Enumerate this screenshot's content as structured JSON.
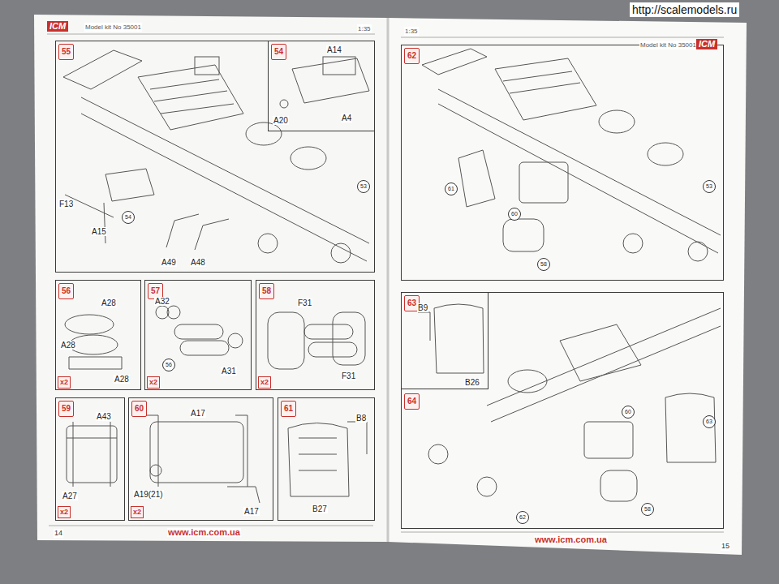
{
  "diagram": {
    "nodes": [
      {
        "text": [
          "55"
        ]
      },
      {
        "text": [
          "54"
        ],
        "in": 0
      },
      {
        "text": [
          "56"
        ]
      },
      {
        "text": [
          "57"
        ]
      },
      {
        "text": [
          "58"
        ]
      },
      {
        "text": [
          "59"
        ]
      },
      {
        "text": [
          "60"
        ]
      },
      {
        "text": [
          "61"
        ]
      },
      {
        "text": [
          "62"
        ]
      },
      {
        "text": [
          "64"
        ]
      },
      {
        "text": [
          "63"
        ],
        "in": 9
      }
    ],
    "labels": [
      "http://scalemodels.ru",
      "ICM",
      "Model kit No 35001",
      "1:35",
      "1:35",
      "Model kit No 35001",
      "ICM",
      "www.icm.com.ua",
      "14",
      "www.icm.com.ua",
      "15",
      "F13",
      "A15",
      "A49",
      "A48",
      "54",
      "53",
      "A14",
      "A4",
      "A20",
      "A28",
      "A28",
      "A28",
      "x2",
      "A32",
      "56",
      "A31",
      "x2",
      "F31",
      "F31",
      "x2",
      "A43",
      "A27",
      "x2",
      "A17",
      "A19(21)",
      "A17",
      "x2",
      "B8",
      "B27",
      "61",
      "60",
      "58",
      "53",
      "B9",
      "B26",
      "63",
      "60",
      "58",
      "62"
    ]
  }
}
